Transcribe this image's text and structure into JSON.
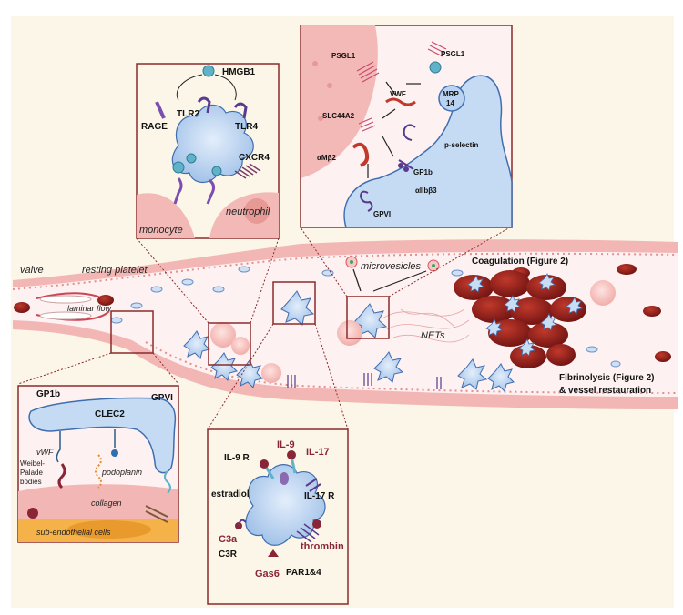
{
  "colors": {
    "background": "#fbf6e7",
    "vessel_wall": "#f2b7b5",
    "vessel_lumen": "#fdf1f1",
    "platelet": "#b9d3f0",
    "platelet_edge": "#3f6eb0",
    "red_cell": "#8c1a1a",
    "inset_border": "#8b2a2a",
    "receptor_purple": "#5a3a8c",
    "ligand_teal": "#5fb2c8",
    "maroon_text": "#8a2437"
  },
  "vessel": {
    "valve": "valve",
    "resting_platelet": "resting platelet",
    "laminar_flow": "laminar flow",
    "microvesicles": "microvesicles",
    "nets": "NETs",
    "coagulation": "Coagulation (Figure 2)",
    "fibrinolysis_line1": "Fibrinolysis (Figure 2)",
    "fibrinolysis_line2": "& vessel restauration"
  },
  "inset_tlr": {
    "hmgb1": "HMGB1",
    "rage": "RAGE",
    "tlr2": "TLR2",
    "tlr4": "TLR4",
    "cxcr4": "CXCR4",
    "monocyte": "monocyte",
    "neutrophil": "neutrophil"
  },
  "inset_adhesion": {
    "psgl1_left": "PSGL1",
    "psgl1_right": "PSGL1",
    "vwf": "VWF",
    "mrp14_line1": "MRP",
    "mrp14_line2": "14",
    "slc44a2": "SLC44A2",
    "p_selectin": "p-selectin",
    "am_b2": "αMβ2",
    "gp1b": "GP1b",
    "aiib_b3": "αIIbβ3",
    "gpvi": "GPVI"
  },
  "inset_endothelial": {
    "gp1b": "GP1b",
    "clec2": "CLEC2",
    "gpvi": "GPVI",
    "vwf": "vWF",
    "weibel_line1": "Weibel-",
    "weibel_line2": "Palade",
    "weibel_line3": "bodies",
    "podoplanin": "podoplanin",
    "collagen": "collagen",
    "sub_endothelial": "sub-endothelial cells"
  },
  "inset_receptors": {
    "il9": "IL-9",
    "il9r": "IL-9 R",
    "il17": "IL-17",
    "il17r": "IL-17 R",
    "estradiol": "estradiol",
    "c3a": "C3a",
    "c3r": "C3R",
    "thrombin": "thrombin",
    "gas6": "Gas6",
    "par": "PAR1&4"
  }
}
